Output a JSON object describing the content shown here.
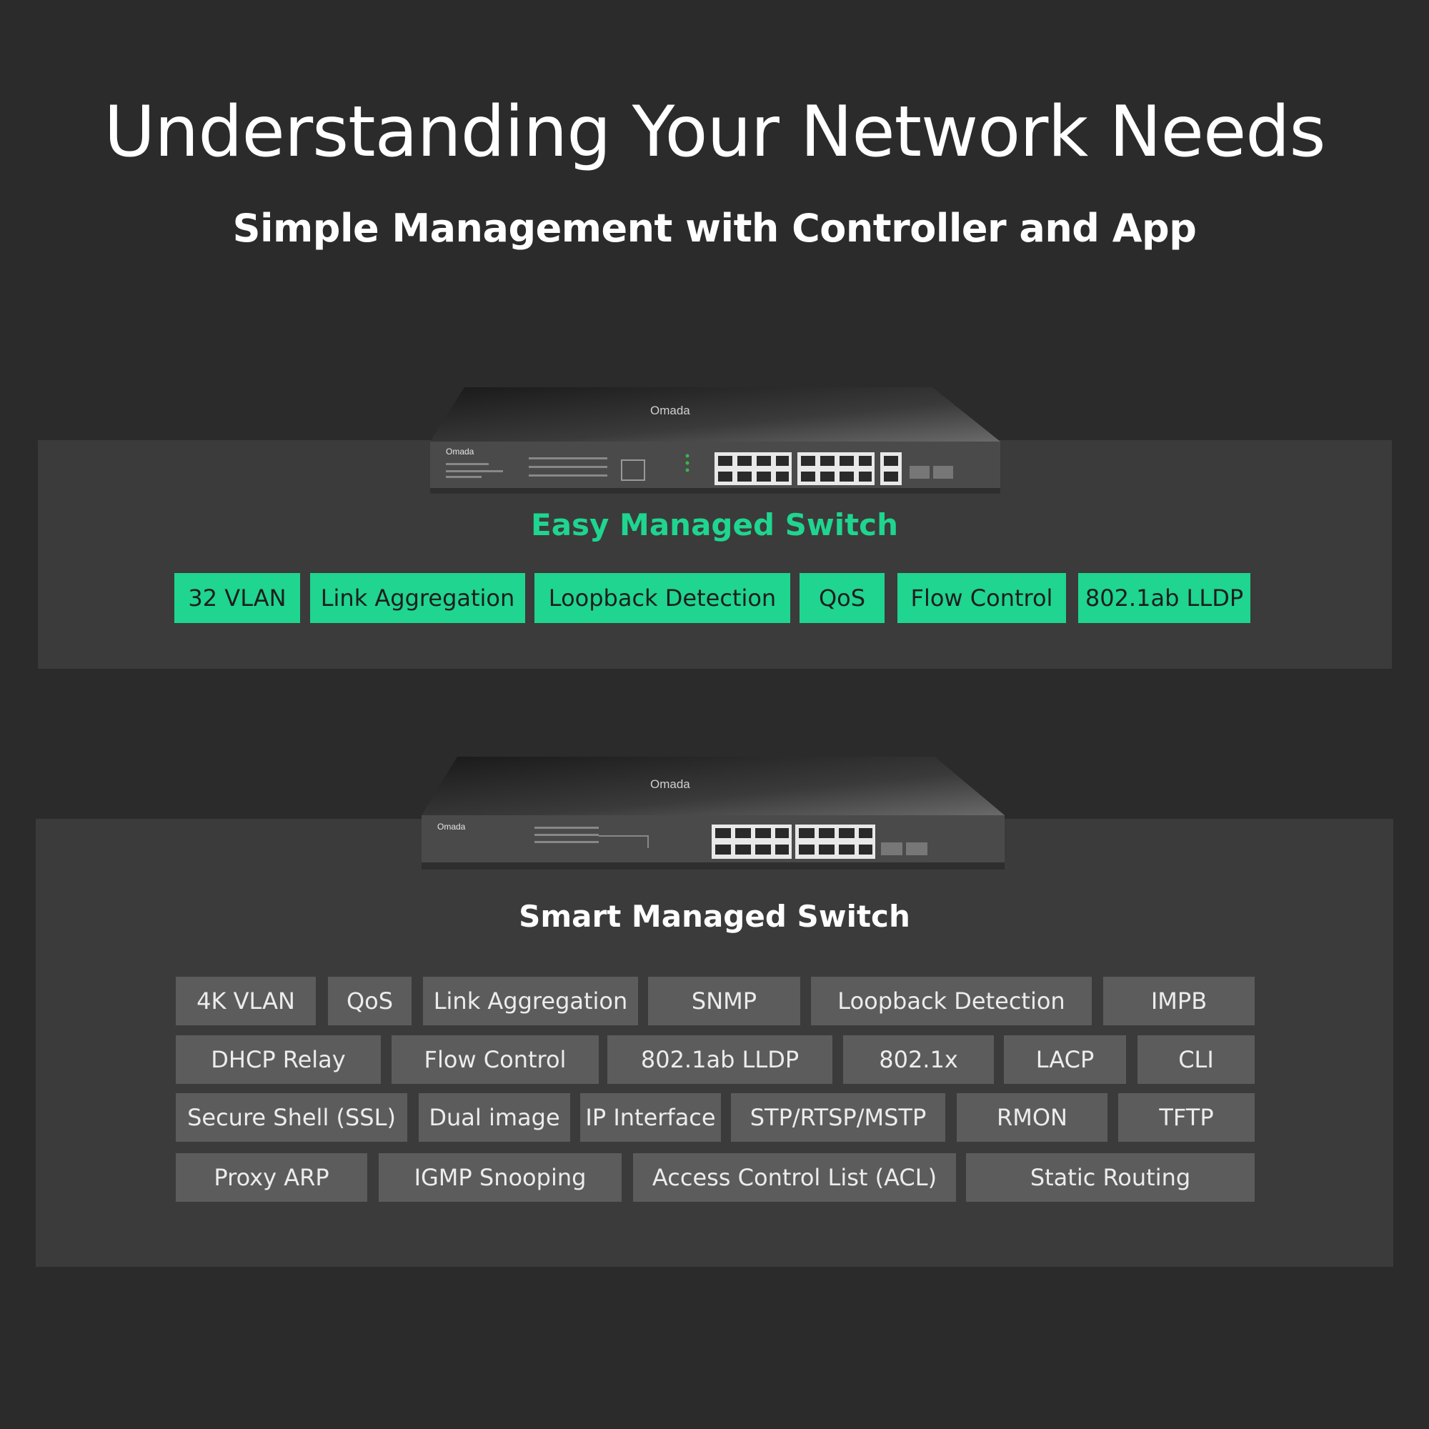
{
  "header": {
    "title": "Understanding Your Network Needs",
    "subtitle": "Simple Management with Controller and App"
  },
  "easy": {
    "title": "Easy Managed Switch",
    "brand_logo": "Omada",
    "features": [
      "32 VLAN",
      "Link Aggregation",
      "Loopback Detection",
      "QoS",
      "Flow Control",
      "802.1ab LLDP"
    ]
  },
  "smart": {
    "title": "Smart Managed Switch",
    "brand_logo": "Omada",
    "features": [
      "4K VLAN",
      "QoS",
      "Link Aggregation",
      "SNMP",
      "Loopback Detection",
      "IMPB",
      "DHCP Relay",
      "Flow Control",
      "802.1ab LLDP",
      "802.1x",
      "LACP",
      "CLI",
      "Secure Shell (SSL)",
      "Dual image",
      "IP Interface",
      "STP/RTSP/MSTP",
      "RMON",
      "TFTP",
      "Proxy ARP",
      "IGMP Snooping",
      "Access Control List (ACL)",
      "Static Routing"
    ]
  },
  "colors": {
    "background": "#2b2b2b",
    "panel": "#3b3b3b",
    "accent_green": "#1fd58f",
    "tag_gray": "#5c5c5c"
  }
}
